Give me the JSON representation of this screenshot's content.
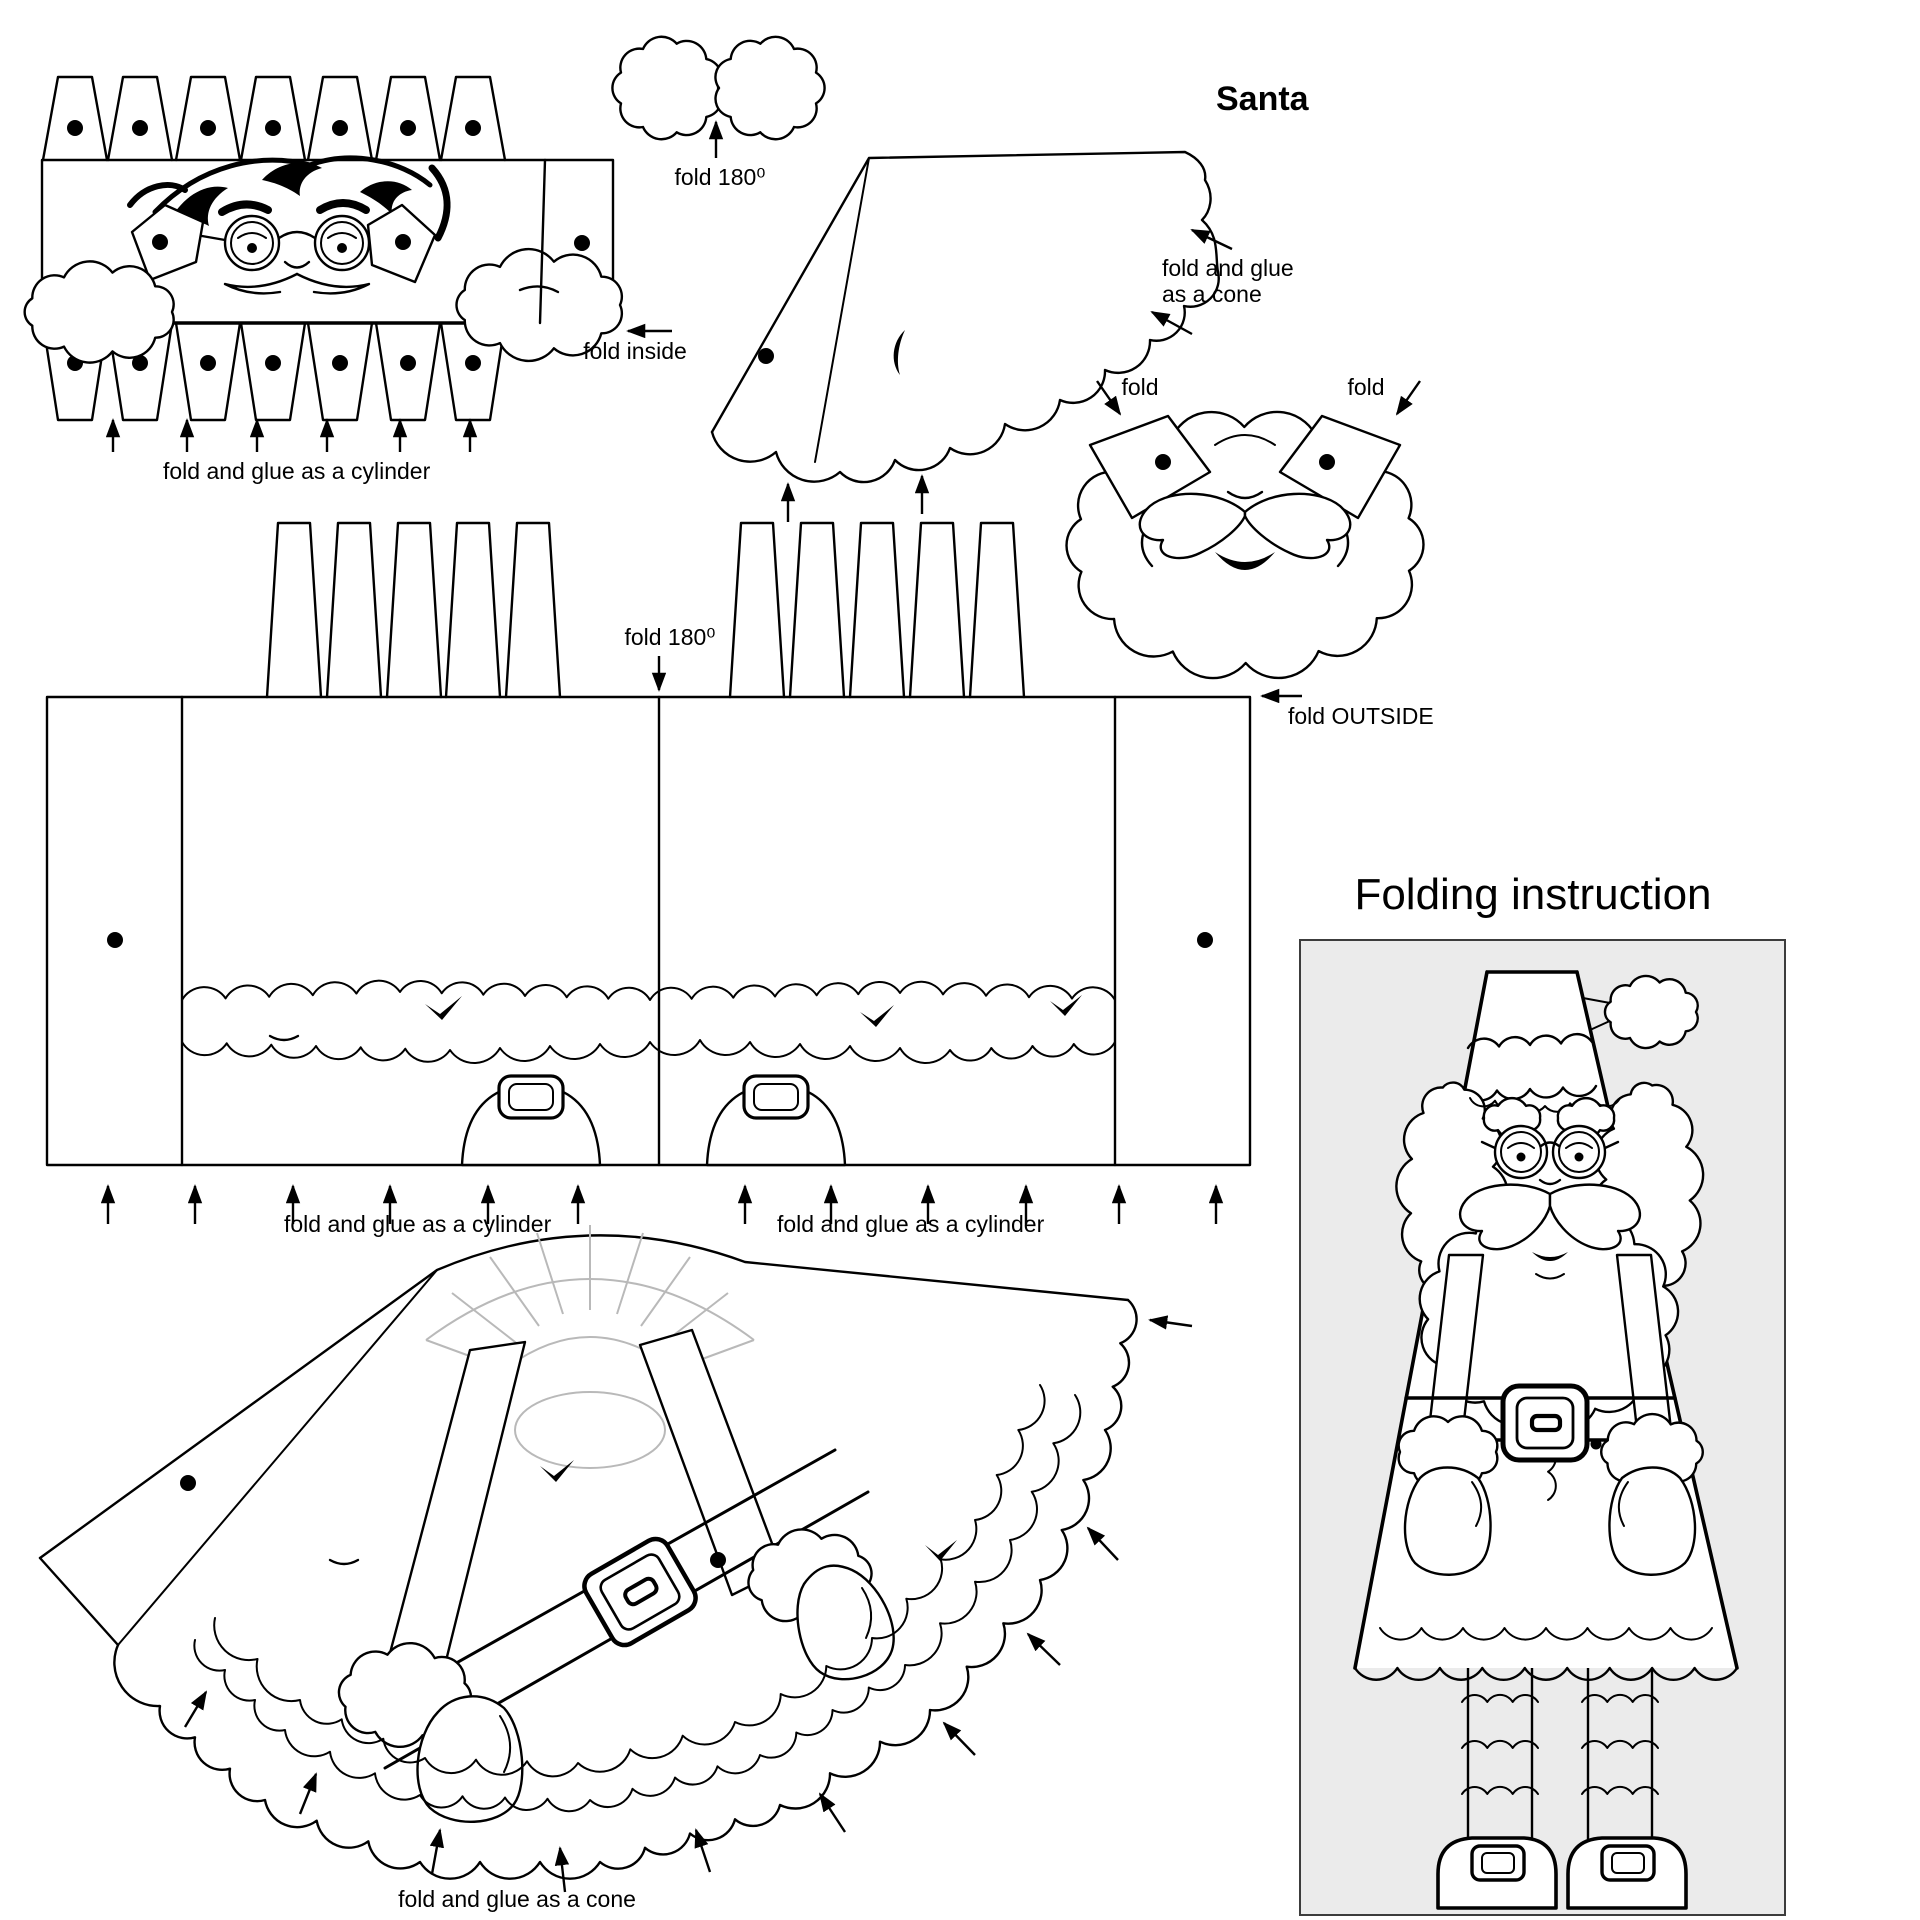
{
  "page": {
    "title": "Santa",
    "instruction_heading": "Folding instruction"
  },
  "labels": {
    "fold_180_top": "fold 180⁰",
    "fold_inside": "fold inside",
    "glue_cylinder_head": "fold and glue as a cylinder",
    "glue_cone_hat_line1": "fold and glue",
    "glue_cone_hat_line2": "as a cone",
    "fold_beard_left": "fold",
    "fold_beard_right": "fold",
    "fold_180_mid": "fold 180⁰",
    "fold_outside": "fold OUTSIDE",
    "glue_cylinder_body_left": "fold and glue as a cylinder",
    "glue_cylinder_body_right": "fold and glue as a cylinder",
    "glue_cone_body": "fold and glue as a cone"
  },
  "colors": {
    "ink": "#000000",
    "panel_background": "#ebebeb",
    "fold_guide_gray": "#b9b9b9"
  }
}
